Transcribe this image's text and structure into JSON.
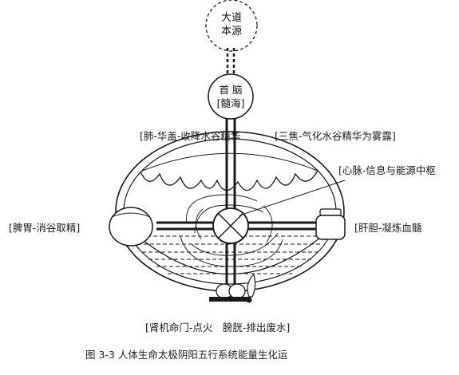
{
  "nodes": {
    "dao_line1": "大道",
    "dao_line2": "本源",
    "brain_line1": "首 脑",
    "brain_line2": "[髓海]"
  },
  "labels": {
    "lung": "[肺-华盖-收降水谷精华",
    "sanjiao": "[三焦-气化水谷精华为雾露]",
    "heart": "[心脉-信息与能源中枢",
    "spleen": "[脾胃-消谷取精]",
    "liver": "[肝胆-凝炼血髓",
    "kidney": "[肾机命门-点火　膀胱-排出废水]"
  },
  "caption": "图 3-3 人体生命太极阴阳五行系统能量生化运",
  "colors": {
    "line": "#1a1a1a",
    "background": "#ffffff"
  }
}
